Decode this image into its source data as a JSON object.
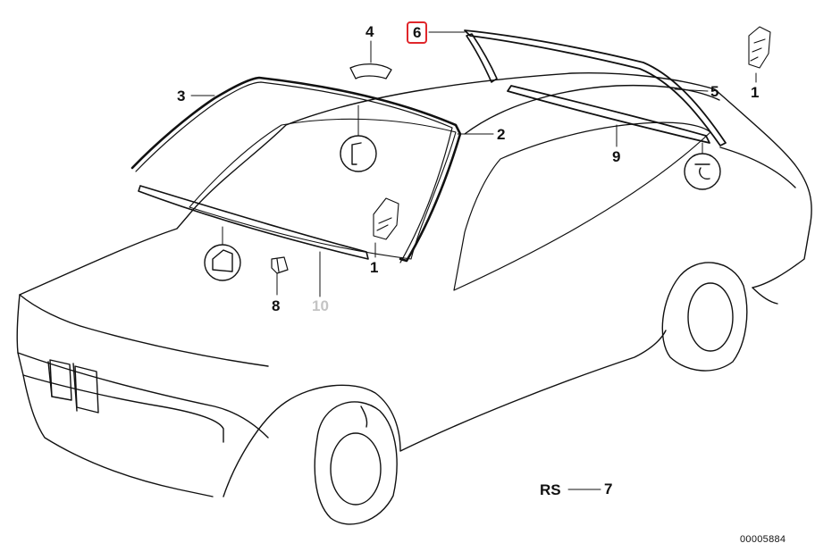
{
  "diagram": {
    "callouts": [
      {
        "key": "c4",
        "label": "4"
      },
      {
        "key": "c6",
        "label": "6",
        "highlight": true
      },
      {
        "key": "c5",
        "label": "5"
      },
      {
        "key": "c1a",
        "label": "1"
      },
      {
        "key": "c3",
        "label": "3"
      },
      {
        "key": "c2",
        "label": "2"
      },
      {
        "key": "c9",
        "label": "9"
      },
      {
        "key": "c1b",
        "label": "1"
      },
      {
        "key": "c8",
        "label": "8"
      },
      {
        "key": "c10",
        "label": "10",
        "muted": true
      },
      {
        "key": "c7",
        "label": "7"
      }
    ],
    "legend_code": "RS",
    "reference_number": "00005884",
    "highlight_color": "#e0262b",
    "muted_color": "#c4c4c4"
  }
}
